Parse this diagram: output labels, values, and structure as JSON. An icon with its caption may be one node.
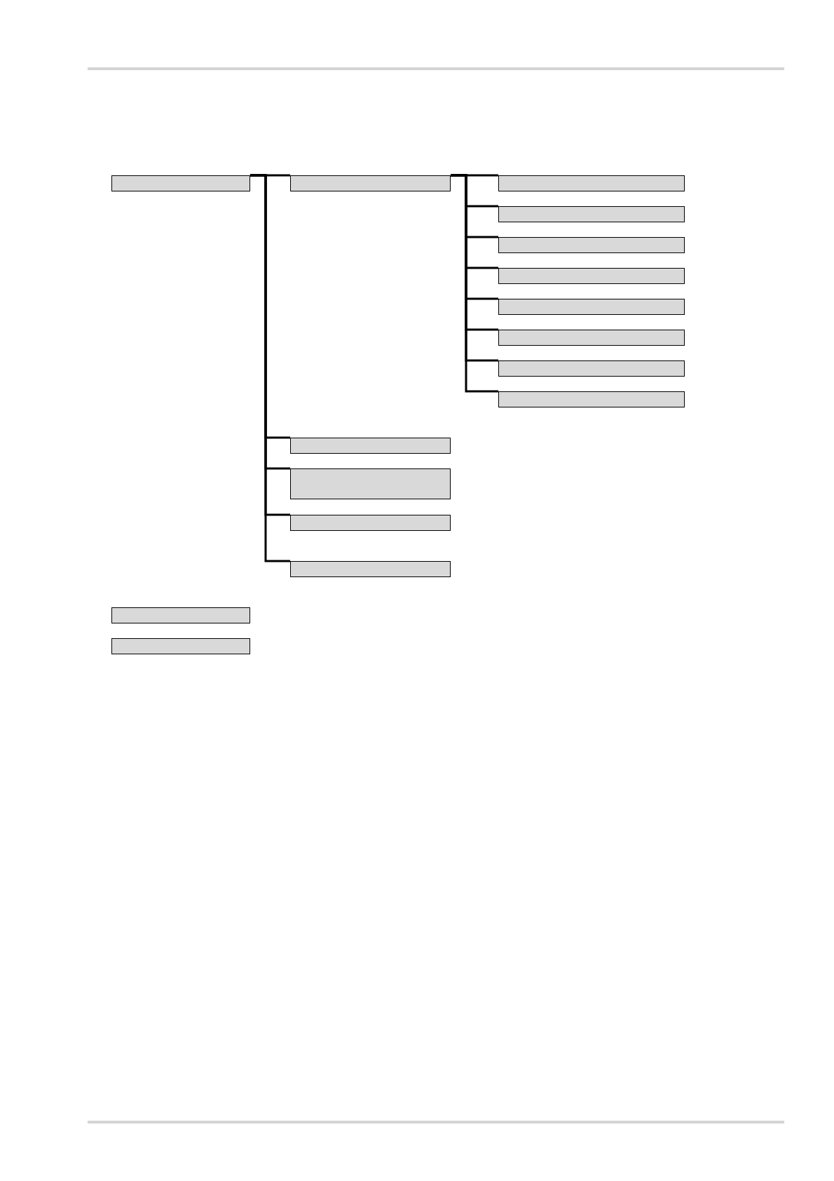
{
  "diagram": {
    "nodes": [
      {
        "text": [],
        "shape": "box"
      },
      {
        "text": [],
        "shape": "box"
      },
      {
        "text": [],
        "shape": "box"
      },
      {
        "text": [],
        "shape": "box"
      },
      {
        "text": [],
        "shape": "box"
      },
      {
        "text": [],
        "shape": "box"
      },
      {
        "text": [],
        "shape": "box"
      },
      {
        "text": [],
        "shape": "box"
      },
      {
        "text": [],
        "shape": "box"
      },
      {
        "text": [],
        "shape": "box"
      },
      {
        "text": [],
        "shape": "box"
      },
      {
        "text": [],
        "shape": "box"
      },
      {
        "text": [],
        "shape": "box"
      },
      {
        "text": [],
        "shape": "box"
      },
      {
        "text": [],
        "shape": "box"
      },
      {
        "text": [],
        "shape": "box"
      }
    ],
    "edges": [
      {
        "from": 0,
        "to": 1,
        "arrow": "none"
      },
      {
        "from": 1,
        "to": 2,
        "arrow": "none"
      },
      {
        "from": 1,
        "to": 3,
        "arrow": "none"
      },
      {
        "from": 1,
        "to": 4,
        "arrow": "none"
      },
      {
        "from": 1,
        "to": 5,
        "arrow": "none"
      },
      {
        "from": 1,
        "to": 6,
        "arrow": "none"
      },
      {
        "from": 1,
        "to": 7,
        "arrow": "none"
      },
      {
        "from": 1,
        "to": 8,
        "arrow": "none"
      },
      {
        "from": 1,
        "to": 9,
        "arrow": "none"
      },
      {
        "from": 0,
        "to": 10,
        "arrow": "none"
      },
      {
        "from": 0,
        "to": 11,
        "arrow": "none"
      },
      {
        "from": 0,
        "to": 12,
        "arrow": "none"
      },
      {
        "from": 0,
        "to": 13,
        "arrow": "none"
      }
    ]
  }
}
